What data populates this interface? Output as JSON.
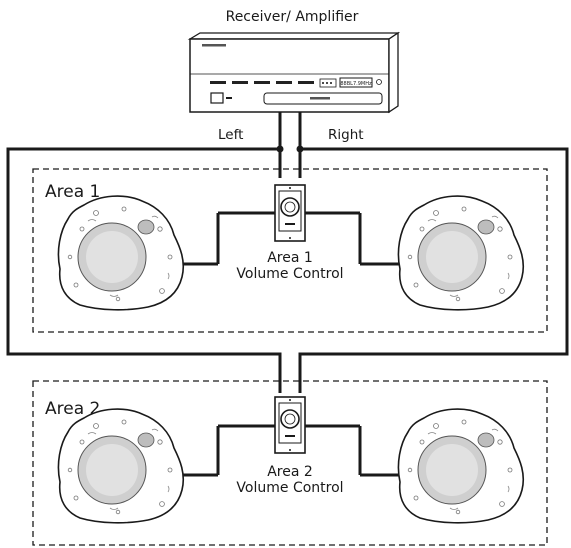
{
  "receiver": {
    "title": "Receiver/ Amplifier",
    "left_label": "Left",
    "right_label": "Right",
    "display_text": "88BL7.9MHz"
  },
  "areas": [
    {
      "label": "Area 1",
      "volume_control_line1": "Area 1",
      "volume_control_line2": "Volume Control"
    },
    {
      "label": "Area 2",
      "volume_control_line1": "Area 2",
      "volume_control_line2": "Volume Control"
    }
  ]
}
